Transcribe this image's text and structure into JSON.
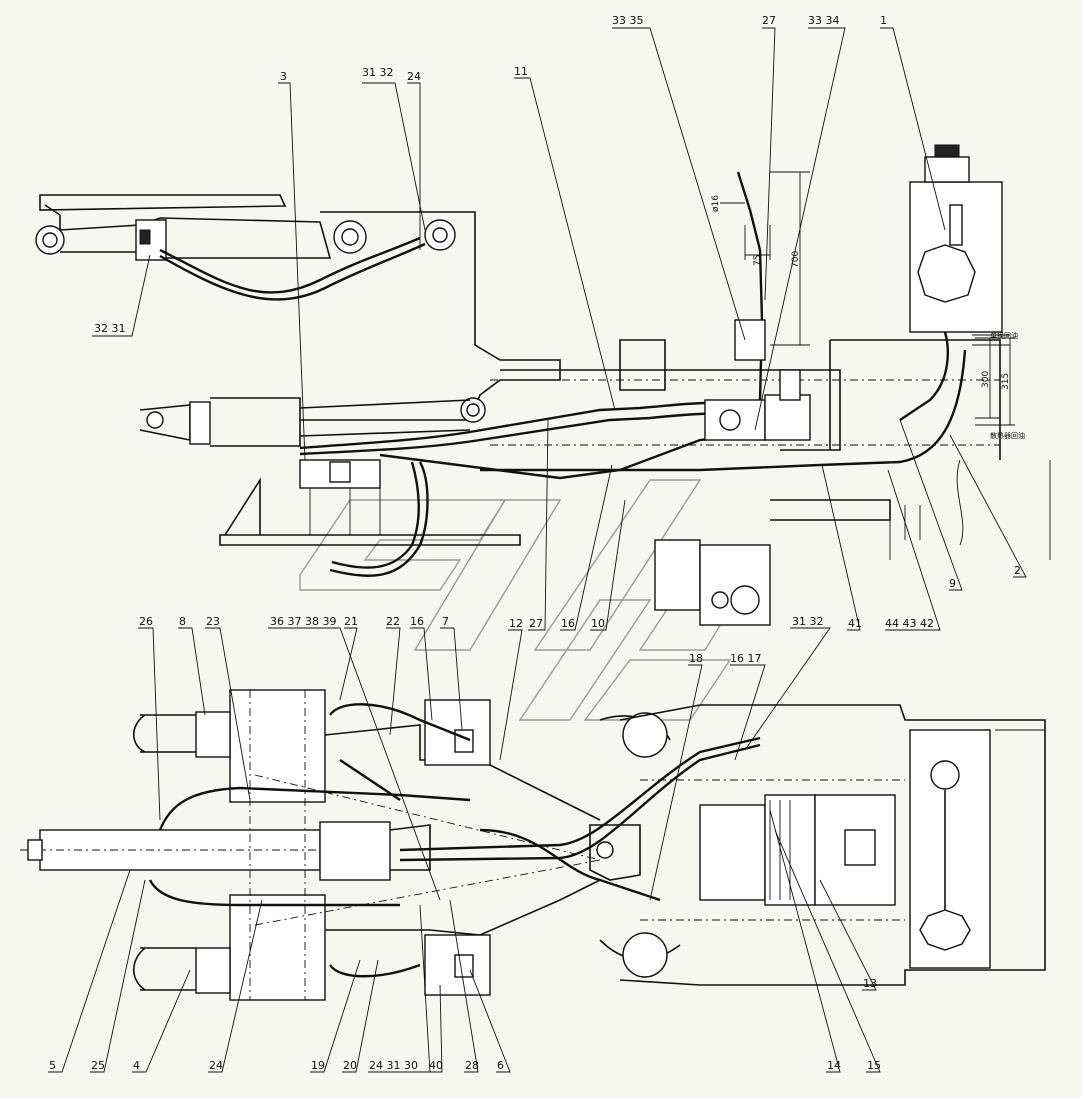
{
  "callouts_top": [
    {
      "id": "t3",
      "text": "3"
    },
    {
      "id": "t3132",
      "text": "31 32"
    },
    {
      "id": "t24",
      "text": "24"
    },
    {
      "id": "t11",
      "text": "11"
    },
    {
      "id": "t3335",
      "text": "33 35"
    },
    {
      "id": "t27",
      "text": "27"
    },
    {
      "id": "t3334",
      "text": "33 34"
    },
    {
      "id": "t1",
      "text": "1"
    },
    {
      "id": "t3231",
      "text": "32 31"
    },
    {
      "id": "t2",
      "text": "2"
    },
    {
      "id": "t9",
      "text": "9"
    },
    {
      "id": "t444342",
      "text": "44 43 42"
    },
    {
      "id": "t41",
      "text": "41"
    },
    {
      "id": "t10",
      "text": "10"
    },
    {
      "id": "t16a",
      "text": "16"
    },
    {
      "id": "t27b",
      "text": "27"
    },
    {
      "id": "t12",
      "text": "12"
    }
  ],
  "callouts_bottom": [
    {
      "id": "b26",
      "text": "26"
    },
    {
      "id": "b8",
      "text": "8"
    },
    {
      "id": "b23",
      "text": "23"
    },
    {
      "id": "b36",
      "text": "36 37 38 39"
    },
    {
      "id": "b21",
      "text": "21"
    },
    {
      "id": "b22",
      "text": "22"
    },
    {
      "id": "b16",
      "text": "16"
    },
    {
      "id": "b7",
      "text": "7"
    },
    {
      "id": "b18",
      "text": "18"
    },
    {
      "id": "b1617",
      "text": "16 17"
    },
    {
      "id": "b3132",
      "text": "31 32"
    },
    {
      "id": "b5",
      "text": "5"
    },
    {
      "id": "b25",
      "text": "25"
    },
    {
      "id": "b4",
      "text": "4"
    },
    {
      "id": "b24",
      "text": "24"
    },
    {
      "id": "b19",
      "text": "19"
    },
    {
      "id": "b20",
      "text": "20"
    },
    {
      "id": "b243130",
      "text": "24 31 30"
    },
    {
      "id": "b40",
      "text": "40"
    },
    {
      "id": "b28",
      "text": "28"
    },
    {
      "id": "b6",
      "text": "6"
    },
    {
      "id": "b13",
      "text": "13"
    },
    {
      "id": "b14",
      "text": "14"
    },
    {
      "id": "b15",
      "text": "15"
    }
  ],
  "dimensions": {
    "d700": "700",
    "d75": "75",
    "d16": "ø16",
    "d300": "300",
    "d315": "315"
  },
  "notes": {
    "n1": "单换回油",
    "n2": "散热器回油"
  }
}
